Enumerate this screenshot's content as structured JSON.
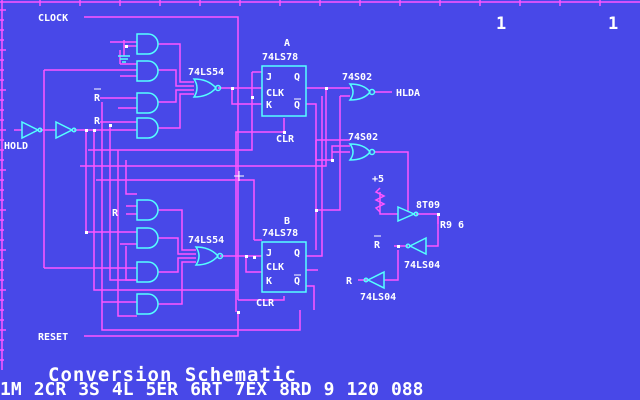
{
  "counters": {
    "left": "1",
    "right": "1"
  },
  "labels": {
    "clock": "CLOCK",
    "reset": "RESET",
    "hold": "HOLD",
    "hlda": "HLDA",
    "rbar": "R",
    "r": "R",
    "plus5": "+5",
    "clr": "CLR",
    "a": "A",
    "b": "B",
    "j": "J",
    "k": "K",
    "clk": "CLK",
    "q": "Q",
    "qbar": "Q",
    "ls54": "74LS54",
    "ls78": "74LS78",
    "ls02": "74S02",
    "ls04": "74LS04",
    "bt09": "8T09",
    "r96": "R9 6"
  },
  "title": "Conversion Schematic",
  "function_keys": [
    "1M",
    "2CR",
    "3S",
    "4L",
    "5ER",
    "6RT",
    "7EX",
    "8RD",
    "9",
    "120",
    "088"
  ]
}
